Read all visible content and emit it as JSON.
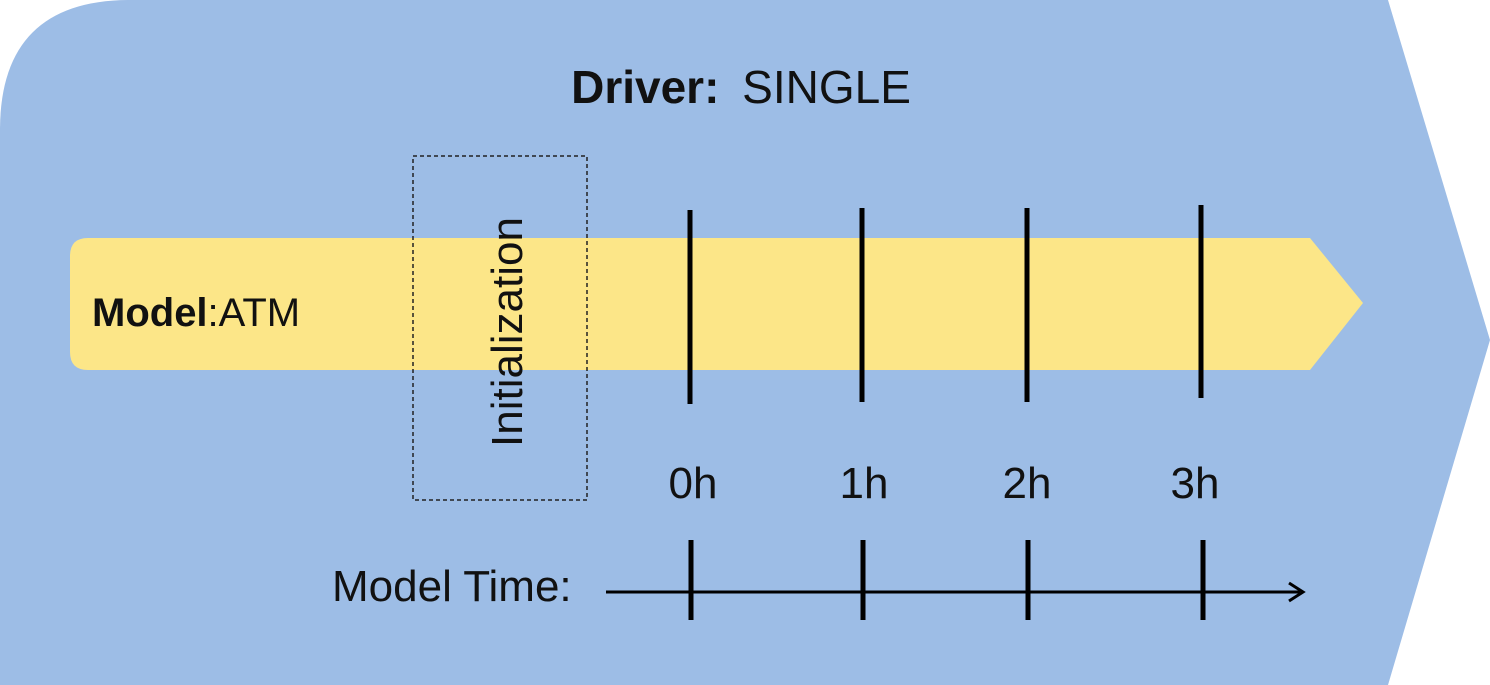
{
  "driver": {
    "label": "Driver:",
    "value": "SINGLE"
  },
  "model": {
    "label": "Model",
    "value": ":ATM"
  },
  "initialization": {
    "label": "Initialization"
  },
  "time_axis": {
    "label": "Model Time:",
    "ticks": [
      "0h",
      "1h",
      "2h",
      "3h"
    ]
  },
  "colors": {
    "driver_background": "#9dbde6",
    "model_band": "#fce688",
    "lines": "#000000"
  }
}
